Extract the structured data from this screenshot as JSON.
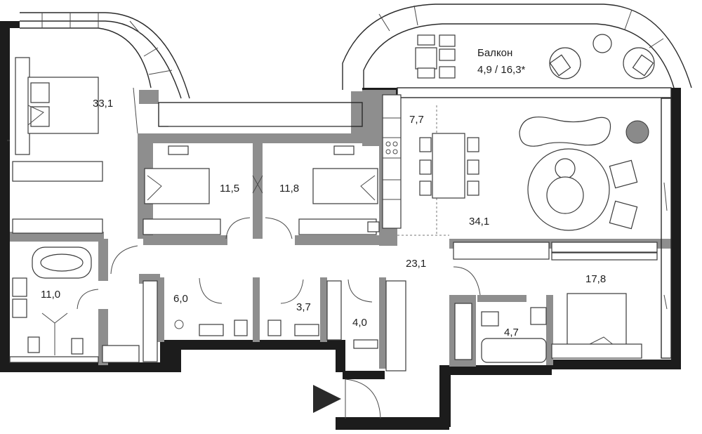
{
  "rooms": {
    "master_bedroom": "33,1",
    "bedroom_left": "11,5",
    "bedroom_right": "11,8",
    "bathroom_main": "11,0",
    "bathroom_2": "6,0",
    "wc": "3,7",
    "storage": "4,0",
    "hall": "23,1",
    "kitchen": "7,7",
    "living": "34,1",
    "bedroom_south": "17,8",
    "bathroom_south": "4,7"
  },
  "balcony": {
    "name": "Балкон",
    "area": "4,9 / 16,3*"
  },
  "icons": {
    "entrance": "entrance-arrow-icon"
  },
  "colors": {
    "wall": "#1c1c1c",
    "partition": "#8e8e8e",
    "accent_plant": "#8a8a8a"
  }
}
